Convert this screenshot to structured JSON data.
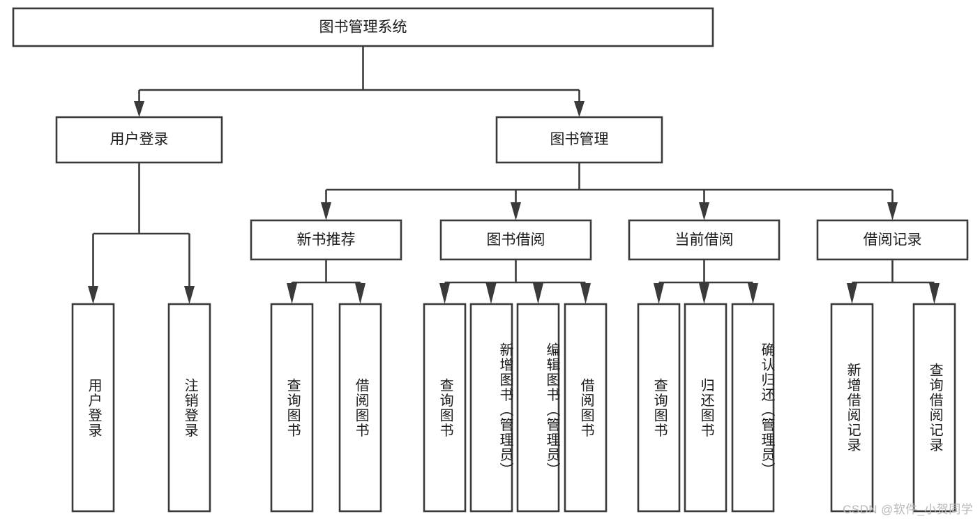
{
  "diagram": {
    "title": "图书管理系统",
    "type": "tree-hierarchy-diagram",
    "colors": {
      "box_stroke": "#3a3a3a",
      "box_fill": "#ffffff",
      "text": "#1b1b1b",
      "background": "#ffffff",
      "watermark": "#b9b9b9"
    },
    "root": {
      "label": "图书管理系统"
    },
    "level2": [
      {
        "label": "用户登录"
      },
      {
        "label": "图书管理"
      }
    ],
    "level3": [
      {
        "label": "新书推荐"
      },
      {
        "label": "图书借阅"
      },
      {
        "label": "当前借阅"
      },
      {
        "label": "借阅记录"
      }
    ],
    "leaves": {
      "user_login": [
        {
          "label": "用户登录"
        },
        {
          "label": "注销登录"
        }
      ],
      "new_book_recommend": [
        {
          "label": "查询图书"
        },
        {
          "label": "借阅图书"
        }
      ],
      "book_borrow": [
        {
          "label": "查询图书"
        },
        {
          "label": "新增图书（管理员）"
        },
        {
          "label": "编辑图书（管理员）"
        },
        {
          "label": "借阅图书"
        }
      ],
      "current_borrow": [
        {
          "label": "查询图书"
        },
        {
          "label": "归还图书"
        },
        {
          "label": "确认归还（管理员）"
        }
      ],
      "borrow_record": [
        {
          "label": "新增借阅记录"
        },
        {
          "label": "查询借阅记录"
        }
      ]
    }
  },
  "watermark": {
    "text": "CSDN @软件_小贺同学"
  }
}
